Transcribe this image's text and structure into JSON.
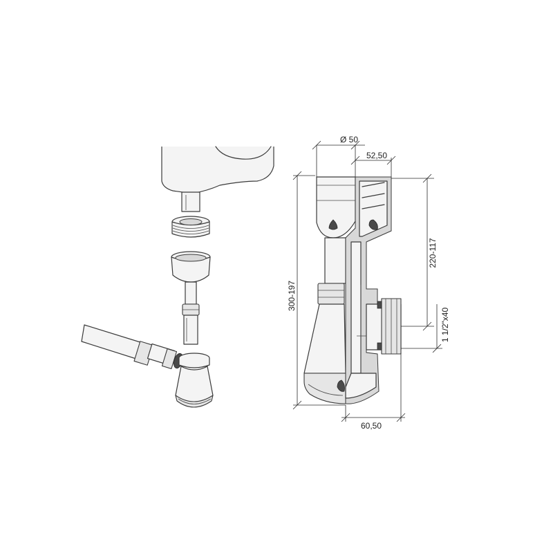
{
  "dimensions": {
    "diameter": "Ø 50",
    "top_width": "52,50",
    "overall_height": "300-197",
    "adjustable_height": "220-117",
    "outlet": "1 1/2\"x40",
    "bottom_width": "60,50"
  }
}
